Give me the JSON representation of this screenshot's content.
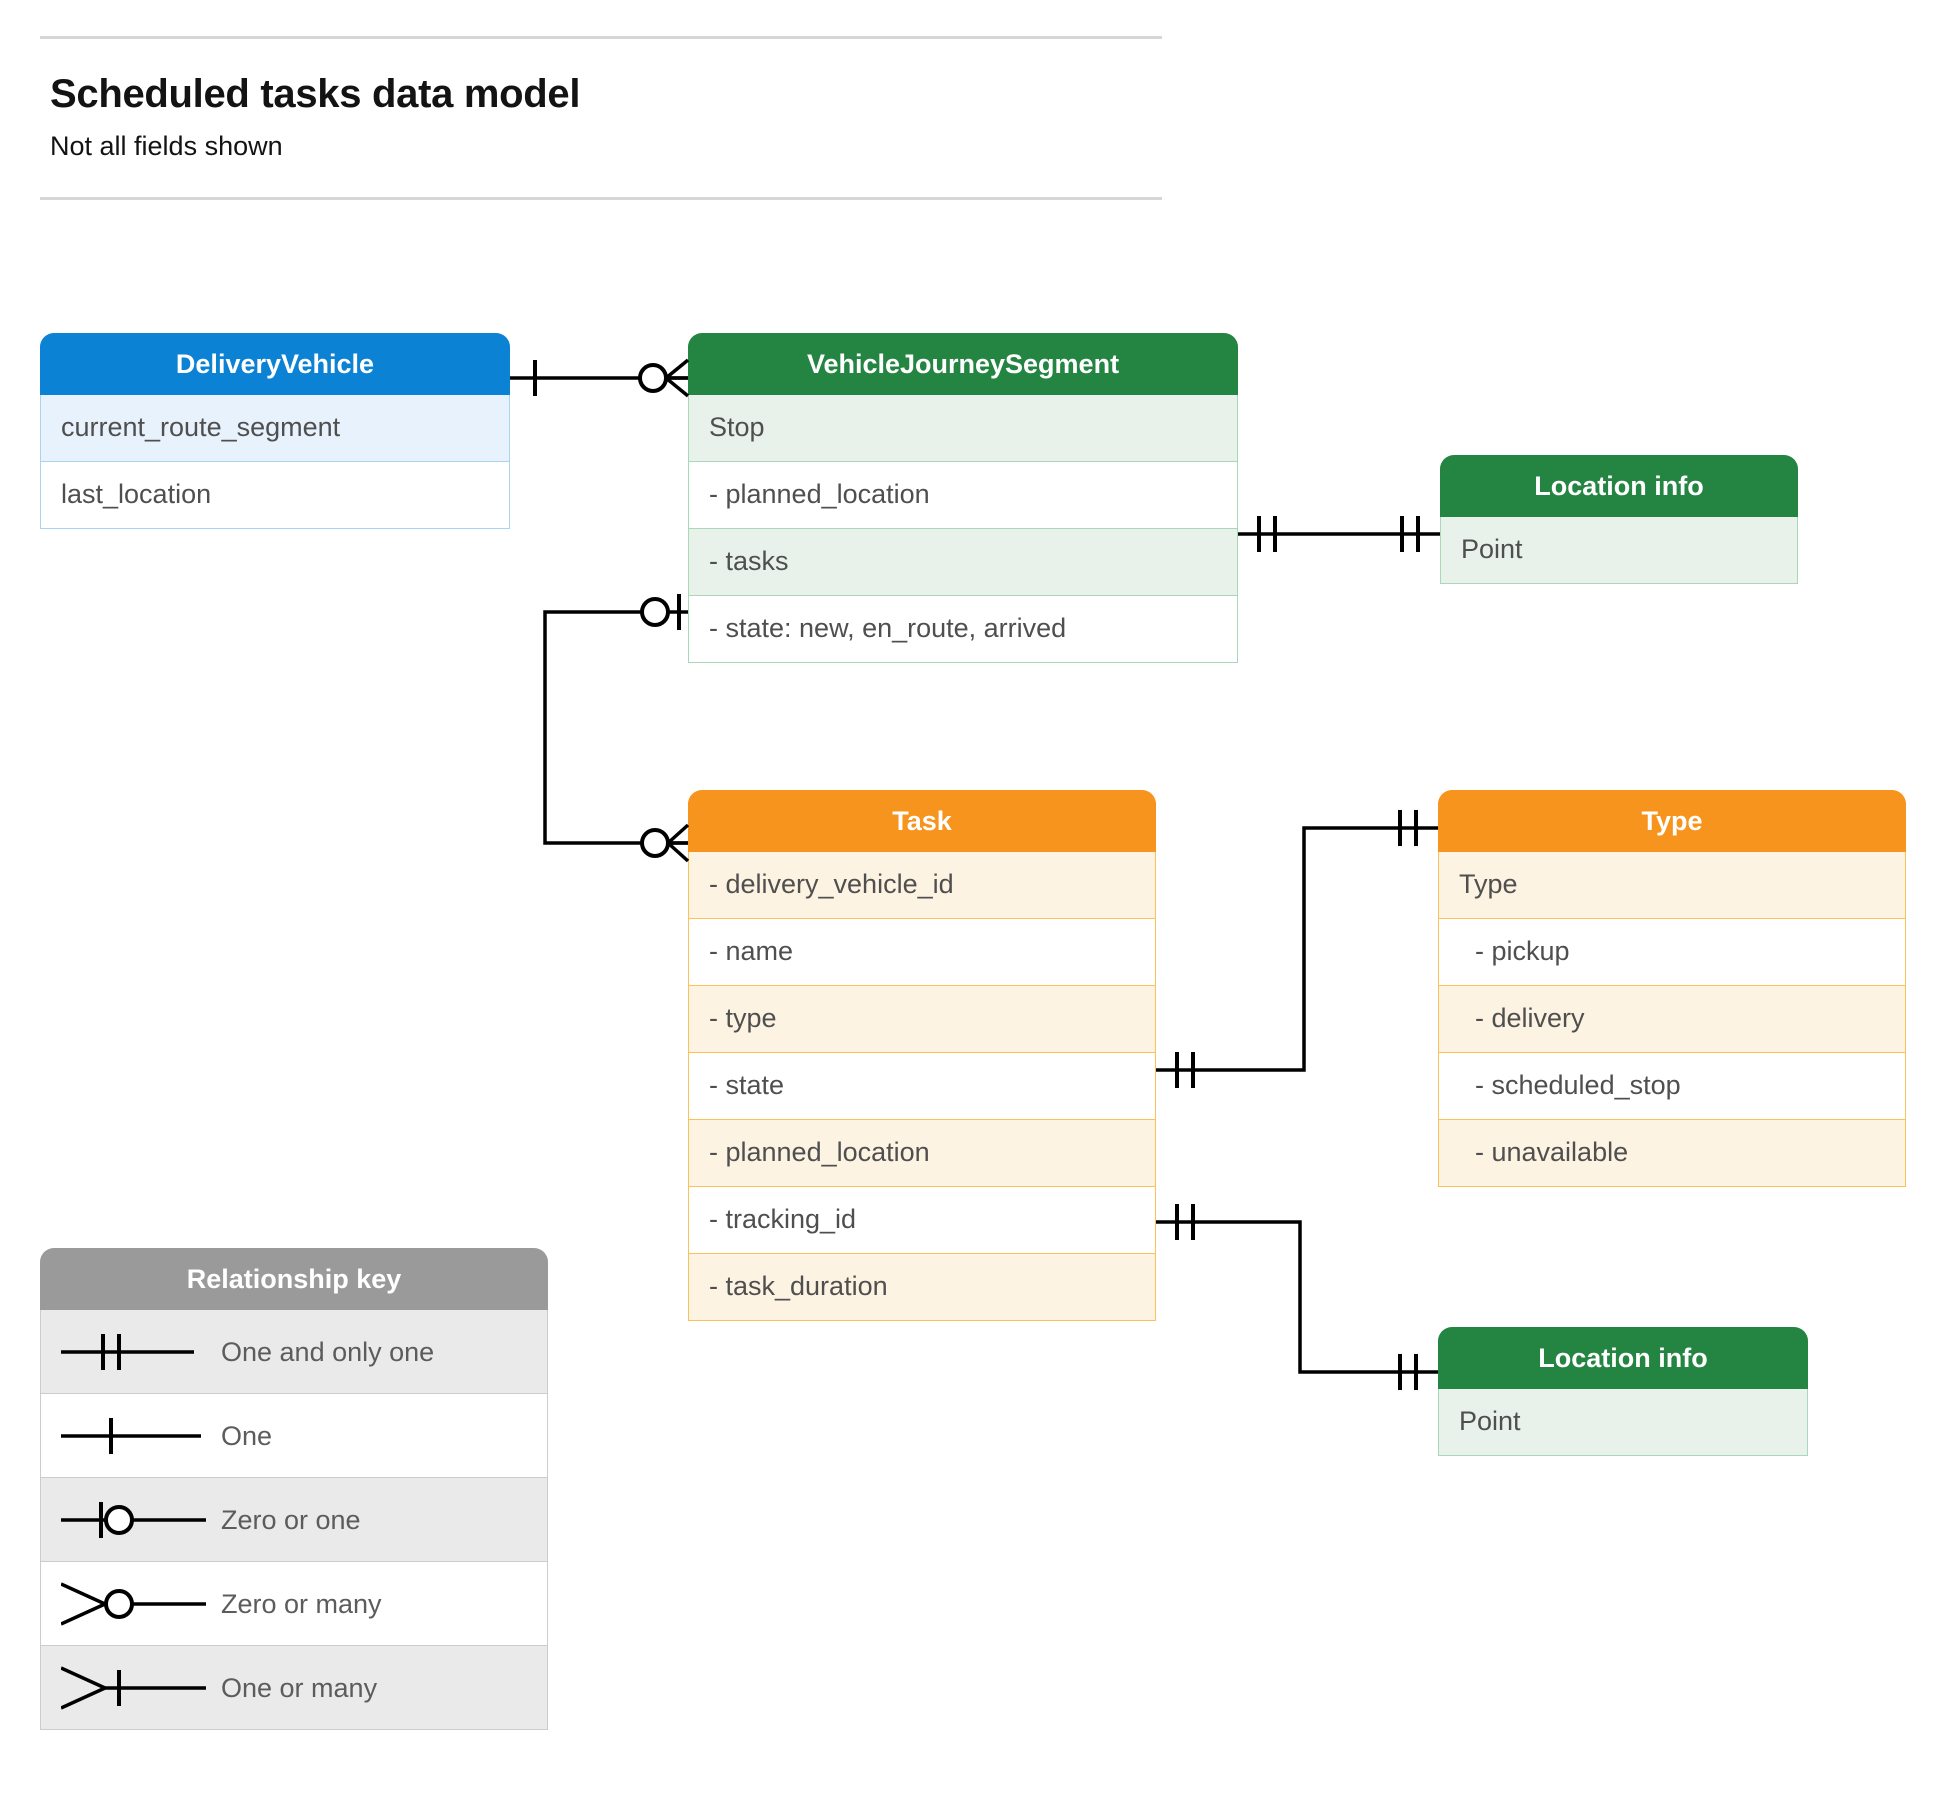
{
  "header": {
    "title": "Scheduled tasks data model",
    "subtitle": "Not all fields shown"
  },
  "colors": {
    "blue_header": "#0b82d4",
    "blue_row_alt": "#e8f2fc",
    "blue_border": "#a8d3f2",
    "green_header": "#248543",
    "green_row_alt": "#e8f2ea",
    "green_border": "#a8d8b9",
    "orange_header": "#f7941d",
    "orange_row_alt": "#fdf3e2",
    "orange_border": "#fbc25b",
    "grey_header": "#9a9a9a",
    "grey_row_alt": "#eaeaea",
    "connector": "#000000",
    "text": "#4f4f4f",
    "rule": "#d6d6d6"
  },
  "entities": {
    "delivery_vehicle": {
      "title": "DeliveryVehicle",
      "rows": [
        "current_route_segment",
        "last_location"
      ]
    },
    "vehicle_journey_segment": {
      "title": "VehicleJourneySegment",
      "rows": [
        "Stop",
        "-  planned_location",
        "- tasks",
        "- state: new, en_route, arrived"
      ]
    },
    "location_info_top": {
      "title": "Location info",
      "rows": [
        "Point"
      ]
    },
    "location_info_bottom": {
      "title": "Location info",
      "rows": [
        "Point"
      ]
    },
    "task": {
      "title": "Task",
      "rows": [
        "- delivery_vehicle_id",
        "- name",
        "- type",
        "- state",
        "- planned_location",
        "- tracking_id",
        "- task_duration"
      ]
    },
    "type": {
      "title": "Type",
      "rows": [
        "Type",
        "-   pickup",
        "-   delivery",
        "-   scheduled_stop",
        "-   unavailable"
      ]
    }
  },
  "relationship_key": {
    "title": "Relationship key",
    "items": [
      {
        "label": "One and only one",
        "symbol": "one-and-only-one"
      },
      {
        "label": "One",
        "symbol": "one"
      },
      {
        "label": "Zero or one",
        "symbol": "zero-or-one"
      },
      {
        "label": "Zero or many",
        "symbol": "zero-or-many"
      },
      {
        "label": "One or many",
        "symbol": "one-or-many"
      }
    ]
  },
  "relationships": [
    {
      "name": "deliveryvehicle-to-vehiclejourneysegment",
      "from": "DeliveryVehicle",
      "to": "VehicleJourneySegment",
      "from_cardinality": "one",
      "to_cardinality": "zero-or-many"
    },
    {
      "name": "vehiclejourneysegment-planned_location-to-location-info",
      "from": "VehicleJourneySegment.planned_location",
      "to": "Location info",
      "from_cardinality": "one-and-only-one",
      "to_cardinality": "one-and-only-one"
    },
    {
      "name": "vehiclejourneysegment-tasks-to-task",
      "from": "VehicleJourneySegment.tasks",
      "to": "Task",
      "from_cardinality": "zero-or-one",
      "to_cardinality": "zero-or-many"
    },
    {
      "name": "task-type-to-type",
      "from": "Task.type",
      "to": "Type",
      "from_cardinality": "one-and-only-one",
      "to_cardinality": "one-and-only-one"
    },
    {
      "name": "task-planned_location-to-location-info",
      "from": "Task.planned_location",
      "to": "Location info",
      "from_cardinality": "one-and-only-one",
      "to_cardinality": "one-and-only-one"
    }
  ]
}
